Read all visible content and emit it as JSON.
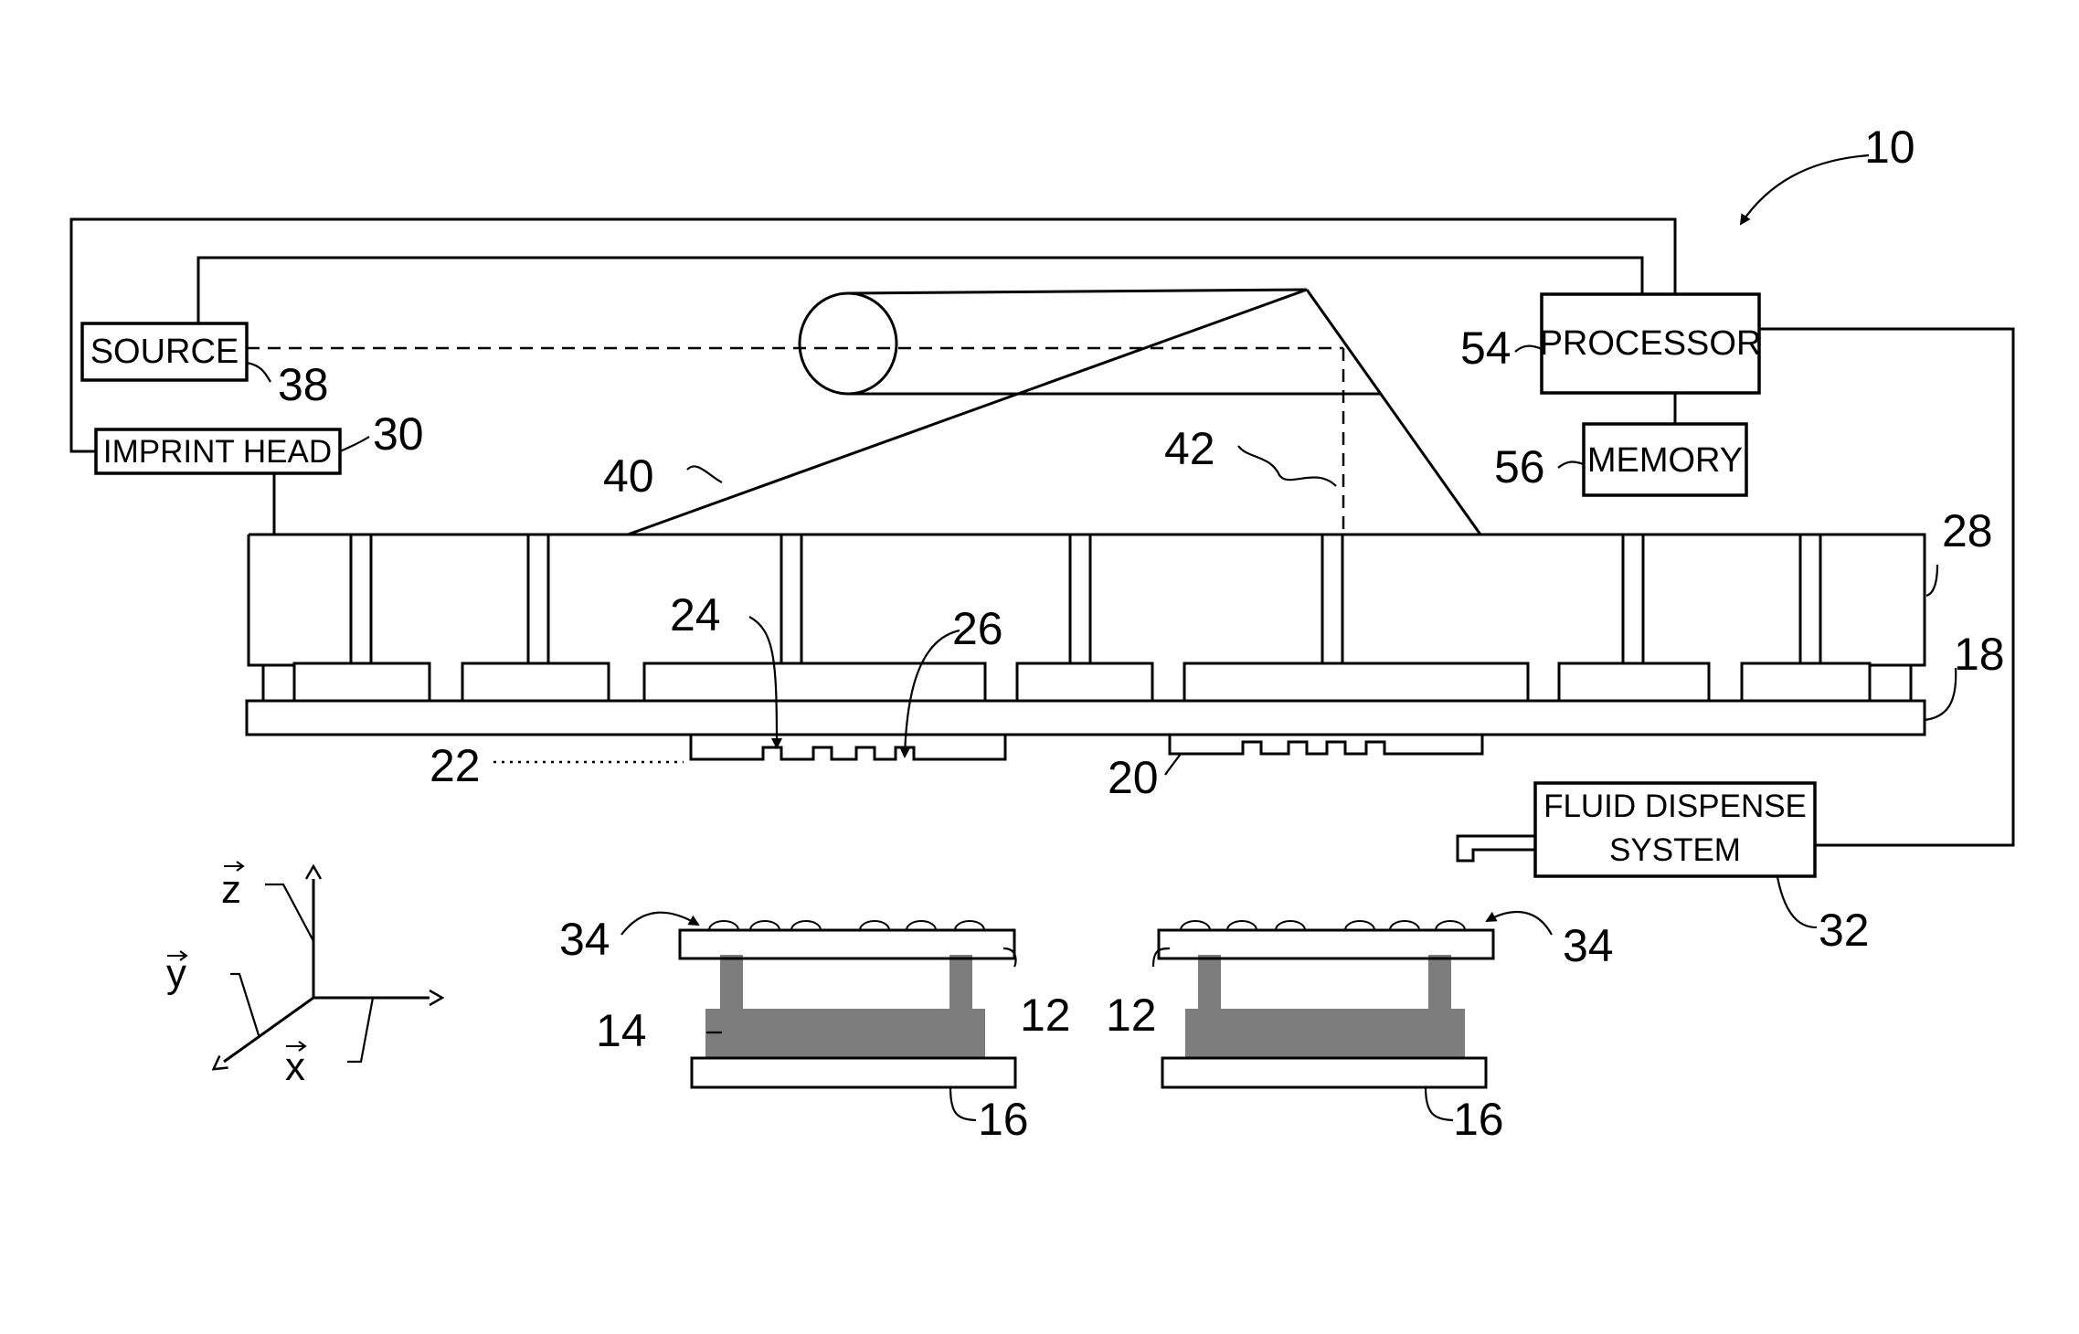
{
  "blocks": {
    "source": "SOURCE",
    "imprint_head": "IMPRINT HEAD",
    "processor": "PROCESSOR",
    "memory": "MEMORY",
    "fluid_dispense_line1": "FLUID DISPENSE",
    "fluid_dispense_line2": "SYSTEM"
  },
  "references": {
    "system": "10",
    "substrate": "12",
    "substrate_chuck": "14",
    "stage": "16",
    "template": "18",
    "mold": "20",
    "patterning_surface": "22",
    "recess": "24",
    "protrusion": "26",
    "template_chuck": "28",
    "imprint_head": "30",
    "fluid_dispense_system": "32",
    "formable_material": "34",
    "source": "38",
    "energy_path": "40",
    "camera_path": "42",
    "processor": "54",
    "memory": "56"
  },
  "axes": {
    "z": "z",
    "y": "y",
    "x": "x"
  }
}
